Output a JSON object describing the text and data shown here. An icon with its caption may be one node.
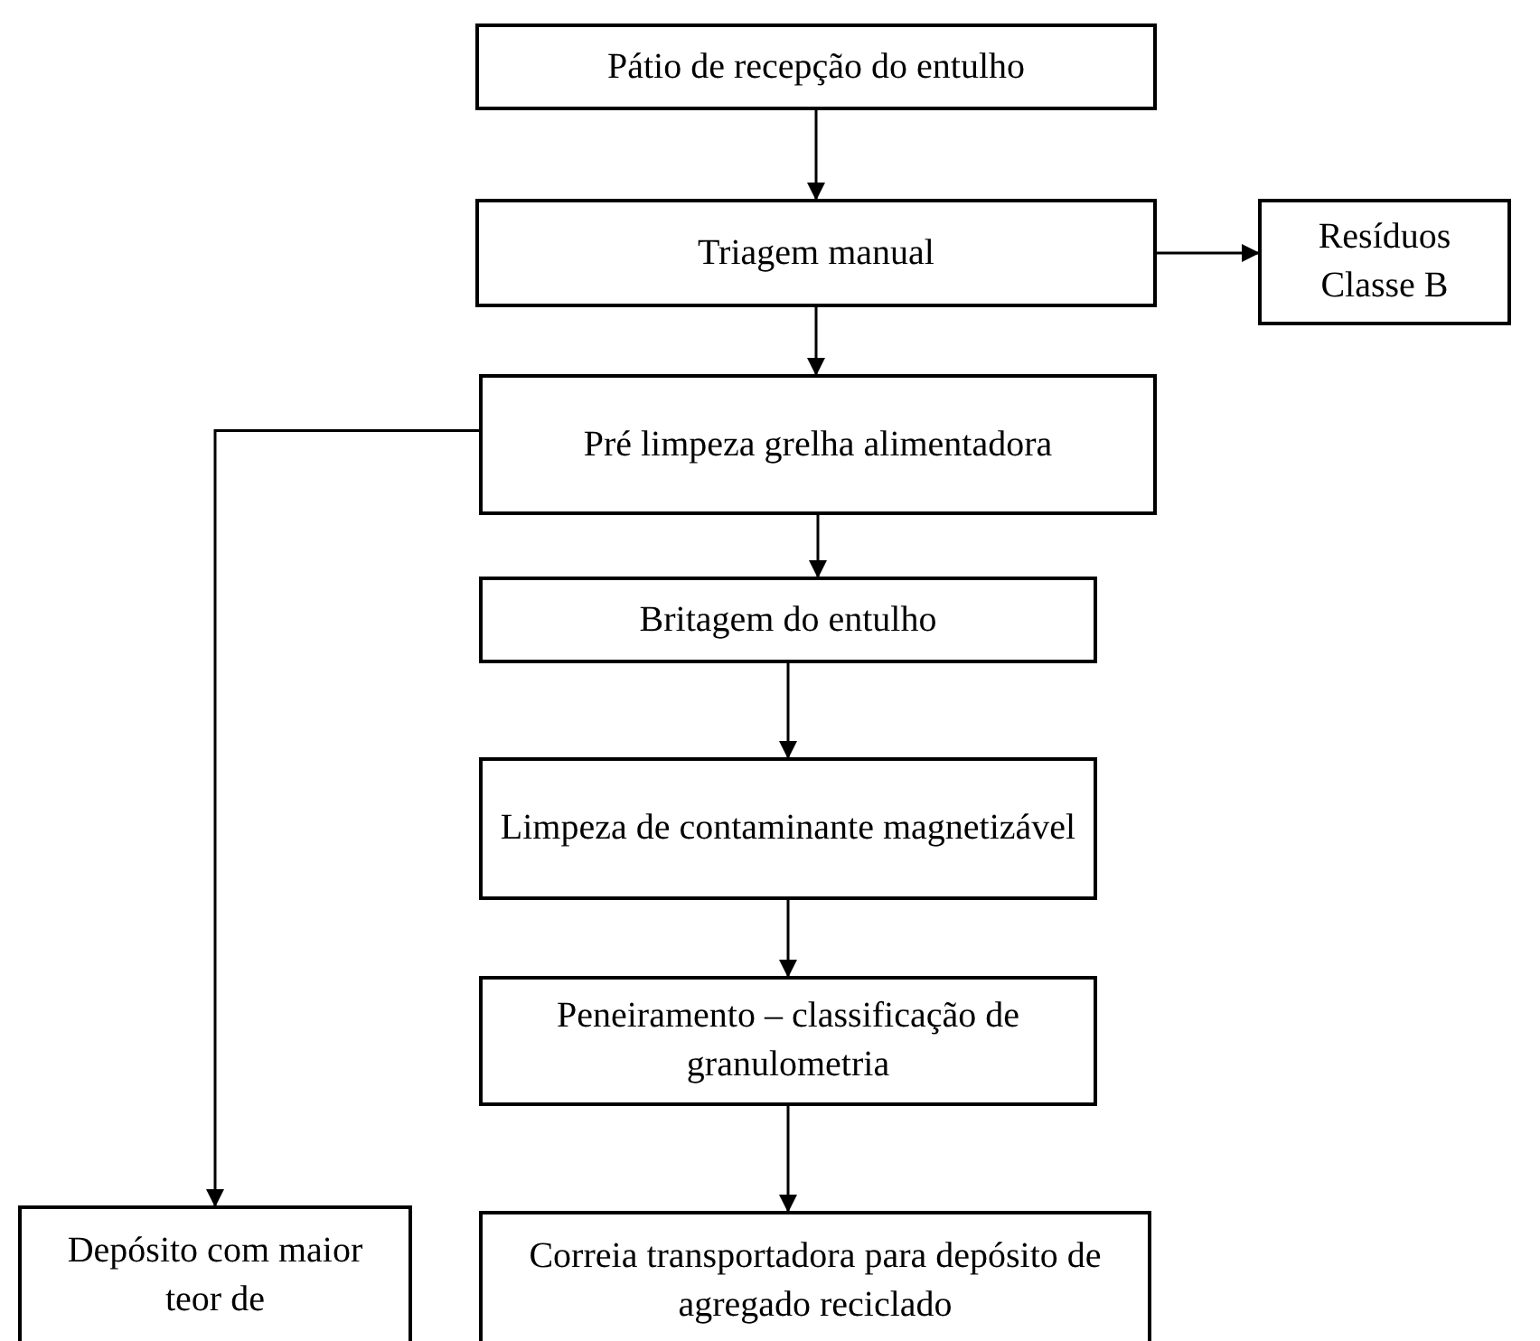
{
  "diagram": {
    "nodes": [
      {
        "text": [
          "Pátio de recepção do entulho"
        ]
      },
      {
        "text": [
          "Triagem manual"
        ]
      },
      {
        "text": [
          "Resíduos Classe B"
        ]
      },
      {
        "text": [
          "Pré limpeza grelha alimentadora"
        ]
      },
      {
        "text": [
          "Britagem do entulho"
        ]
      },
      {
        "text": [
          "Limpeza de contaminante magnetizável"
        ]
      },
      {
        "text": [
          "Peneiramento – classificação de granulometria"
        ]
      },
      {
        "text": [
          "Depósito com maior teor de"
        ]
      },
      {
        "text": [
          "Correia transportadora para depósito de agregado reciclado"
        ]
      }
    ],
    "edges": [
      {
        "from": 0,
        "to": 1,
        "arrow": "to"
      },
      {
        "from": 1,
        "to": 2,
        "arrow": "to"
      },
      {
        "from": 1,
        "to": 3,
        "arrow": "to"
      },
      {
        "from": 3,
        "to": 4,
        "arrow": "to"
      },
      {
        "from": 4,
        "to": 5,
        "arrow": "to"
      },
      {
        "from": 5,
        "to": 6,
        "arrow": "to"
      },
      {
        "from": 6,
        "to": 8,
        "arrow": "to"
      },
      {
        "from": 3,
        "to": 7,
        "arrow": "to"
      }
    ]
  }
}
